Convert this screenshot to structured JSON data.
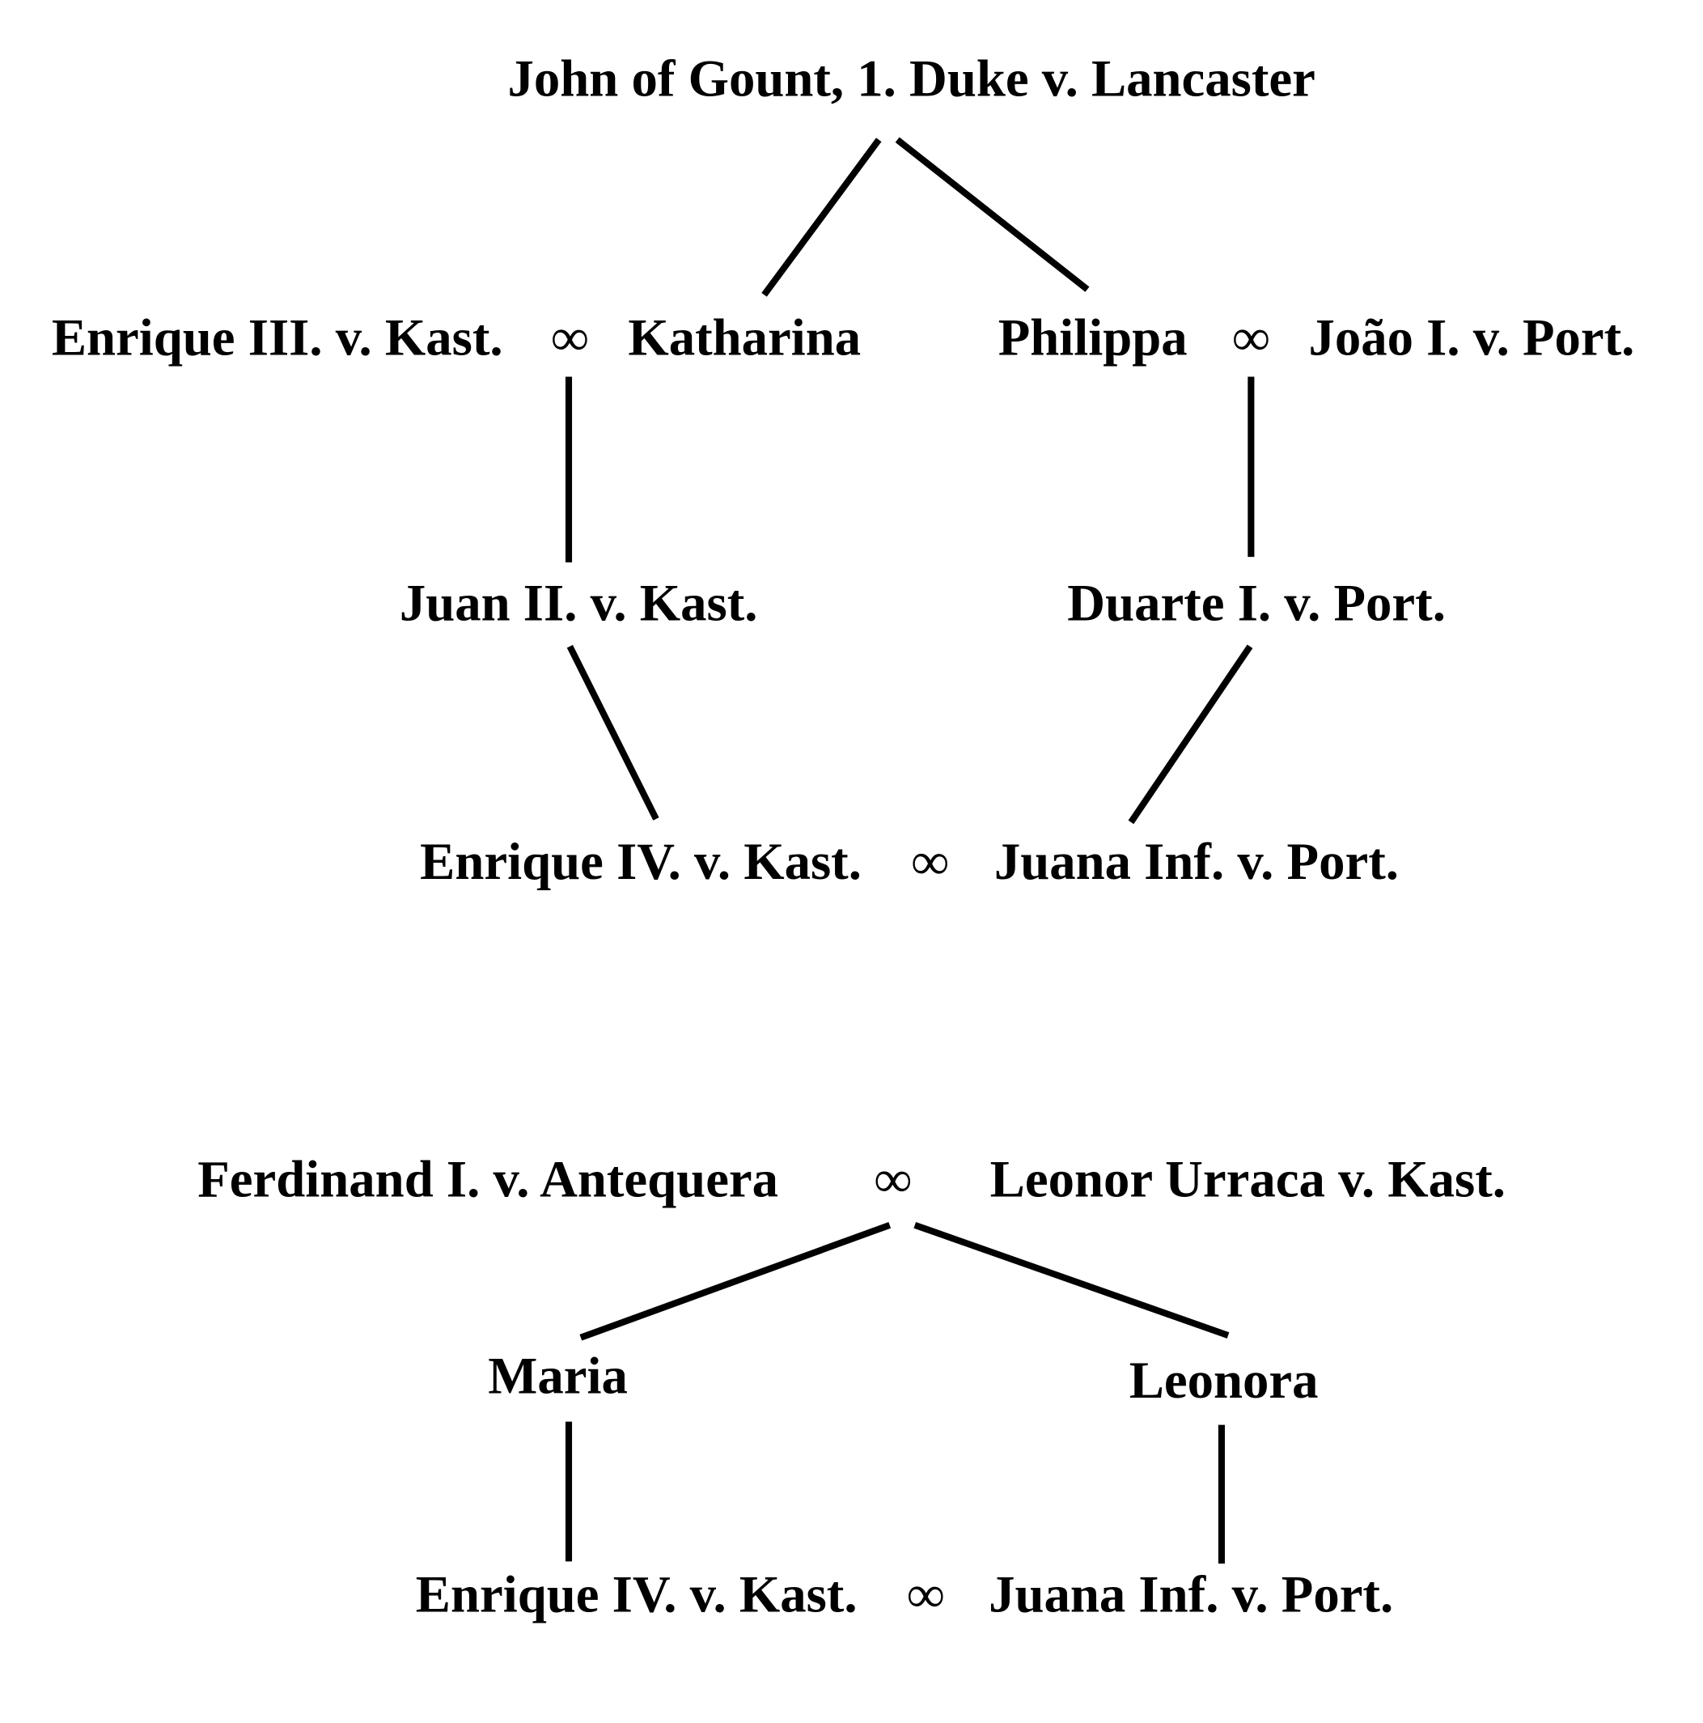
{
  "tree1": {
    "root": "John of Gount, 1. Duke v. Lancaster",
    "marriage_symbol": "∞",
    "gen1_left_a": "Enrique III. v. Kast.",
    "gen1_left_b": "Katharina",
    "gen1_right_a": "Philippa",
    "gen1_right_b": "João I. v. Port.",
    "gen2_left": "Juan II. v. Kast.",
    "gen2_right": "Duarte I. v. Port.",
    "gen3_left": "Enrique IV. v. Kast.",
    "gen3_right": "Juana Inf. v. Port."
  },
  "tree2": {
    "root_a": "Ferdinand I. v. Antequera",
    "root_b": "Leonor Urraca v. Kast.",
    "marriage_symbol": "∞",
    "gen1_left": "Maria",
    "gen1_right": "Leonora",
    "gen2_left": "Enrique IV. v. Kast.",
    "gen2_right": "Juana Inf. v. Port."
  }
}
